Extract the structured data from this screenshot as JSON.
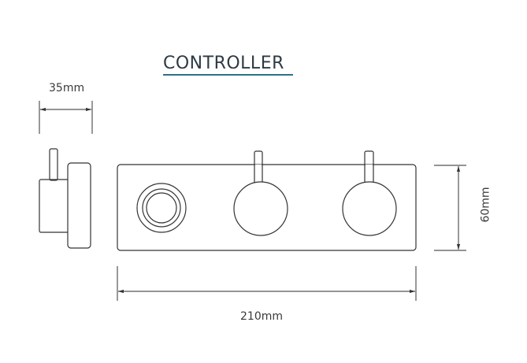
{
  "title": "CONTROLLER",
  "dimensions": {
    "depth": "35mm",
    "width": "210mm",
    "height": "60mm"
  },
  "colors": {
    "line": "#333333",
    "accent": "#2a7389"
  }
}
